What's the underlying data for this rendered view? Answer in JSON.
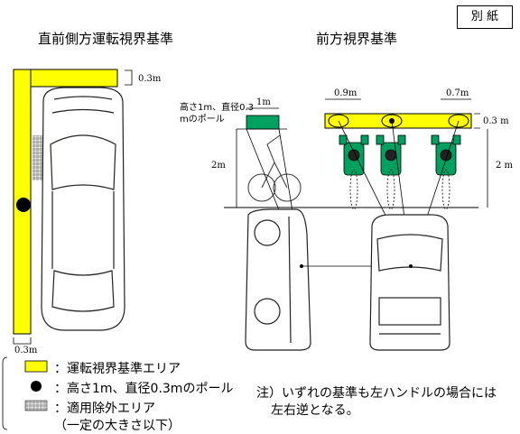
{
  "badge": "別 紙",
  "left_diagram": {
    "title": "直前側方運転視界基準",
    "dim_top": "0.3m",
    "dim_bottom": "0.3m"
  },
  "right_diagram": {
    "title": "前方視界基準",
    "pole_label_line1": "高さ1m、直径0.3",
    "pole_label_line2": "mのポール",
    "pole_width": "1m",
    "dim_left_2m": "2m",
    "dim_09": "0.9m",
    "dim_07": "0.7m",
    "dim_03": "0.3 m",
    "dim_right_2m": "2 m"
  },
  "legend": {
    "yellow_area": "：運転視界基準エリア",
    "pole": "：高さ1m、直径0.3mのポール",
    "excluded_line1": "：適用除外エリア",
    "excluded_line2": "（一定の大きさ以下）"
  },
  "note": {
    "line1": "注）いずれの基準も左ハンドルの場合には",
    "line2": "左右逆となる。"
  },
  "colors": {
    "yellow": "#ffff00",
    "green": "#00a060",
    "black": "#000000"
  }
}
